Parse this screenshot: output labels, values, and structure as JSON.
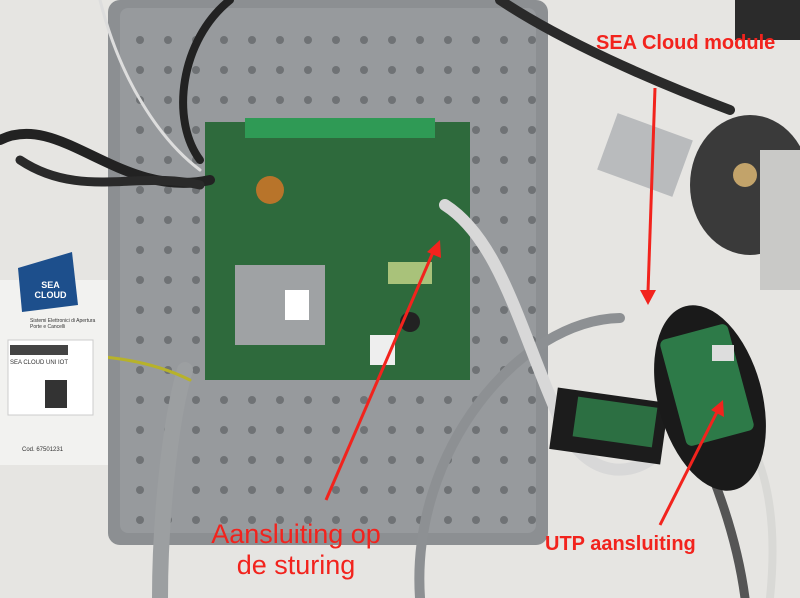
{
  "annotations": {
    "sea_cloud_module": "SEA Cloud module",
    "connection_control": "Aansluiting op de sturing",
    "utp_connection": "UTP aansluiting"
  },
  "box_label": {
    "brand": "SEA CLOUD",
    "tagline": "Sistemi Elettronici di Apertura Porte e Cancelli",
    "product": "SEA CLOUD UNI IOT",
    "code": "Cod. 67501231"
  },
  "colors": {
    "annotation": "#f2231d",
    "pcb": "#2e6a3c",
    "enclosure": "#8c8f92",
    "brand_blue": "#1d4f8c"
  }
}
